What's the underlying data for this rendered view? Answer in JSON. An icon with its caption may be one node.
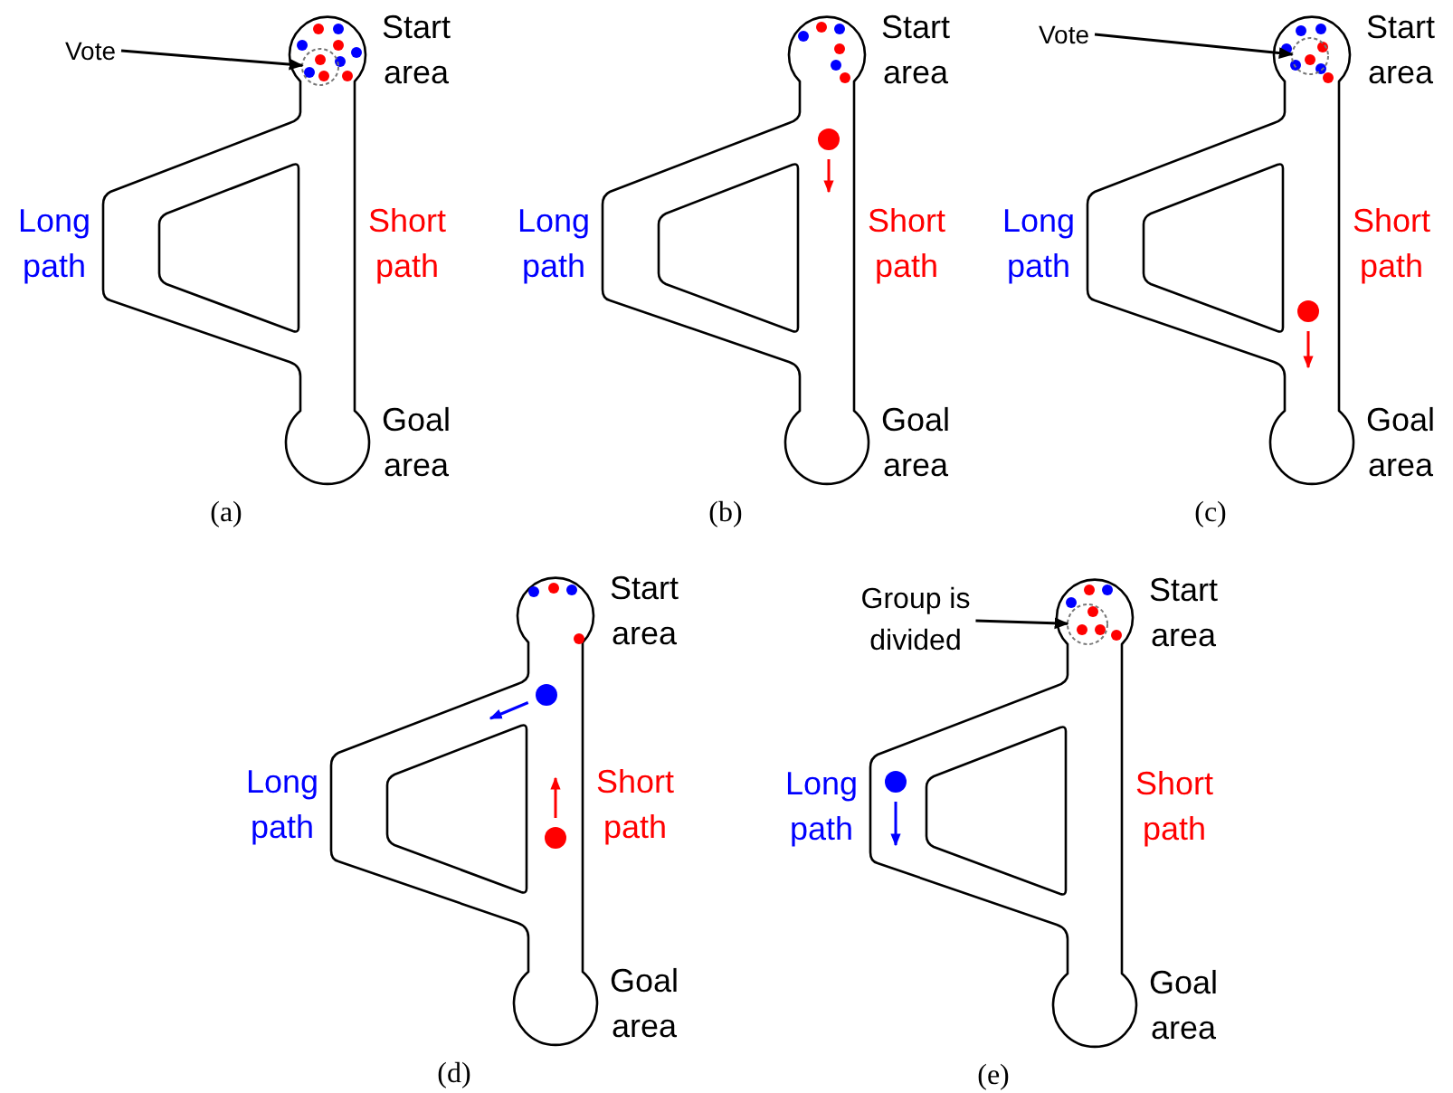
{
  "diagram": {
    "nodes": [
      {
        "text": [
          "Vote"
        ]
      },
      {
        "text": [],
        "shape": "circle"
      },
      {
        "text": [
          "Vote"
        ]
      },
      {
        "text": [],
        "shape": "circle"
      },
      {
        "text": [
          "Group is divided"
        ]
      },
      {
        "text": [],
        "shape": "circle"
      }
    ],
    "edges": [
      {
        "from": 0,
        "to": 1,
        "arrow": "to"
      },
      {
        "from": 2,
        "to": 3,
        "arrow": "to"
      },
      {
        "from": 4,
        "to": 5,
        "arrow": "to"
      }
    ],
    "labels": [
      "Start area",
      "Long path",
      "Short path",
      "Goal area",
      "(a)",
      "Start area",
      "Long path",
      "Short path",
      "Goal area",
      "(b)",
      "Start area",
      "Long path",
      "Short path",
      "Goal area",
      "(c)",
      "Start area",
      "Long path",
      "Short path",
      "Goal area",
      "(d)",
      "Start area",
      "Long path",
      "Short path",
      "Goal area",
      "(e)"
    ]
  }
}
